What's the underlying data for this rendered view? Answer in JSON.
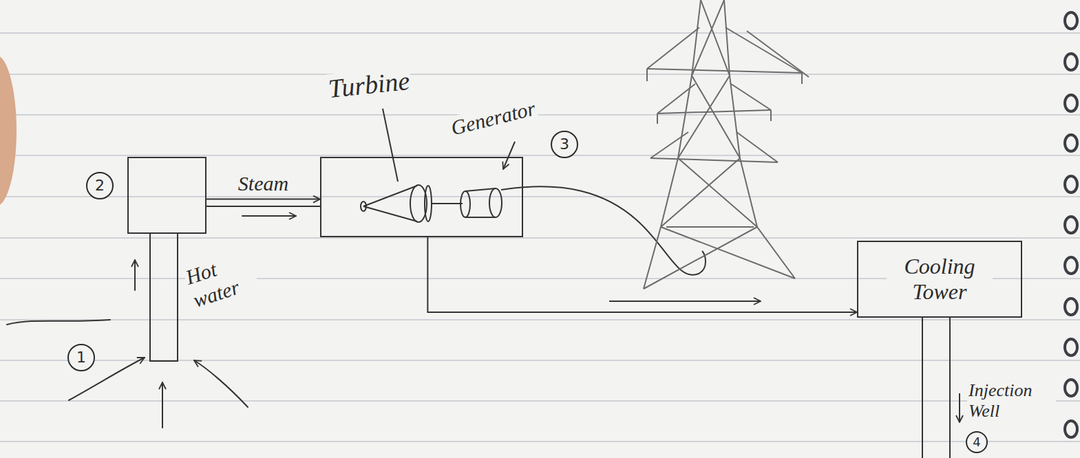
{
  "diagram": {
    "nodes": [
      {
        "text": [
          "2"
        ]
      },
      {
        "text": [
          "Turbine",
          "Generator"
        ]
      },
      {
        "text": [
          "Cooling Tower"
        ]
      }
    ],
    "edges": [
      {
        "from": 0,
        "to": 1,
        "label": "Steam",
        "arrow": "to"
      },
      {
        "from": 1,
        "to": 2,
        "arrow": "to"
      }
    ],
    "labels": [
      "Hot water",
      "1",
      "3",
      "Injection Well",
      "4"
    ]
  }
}
